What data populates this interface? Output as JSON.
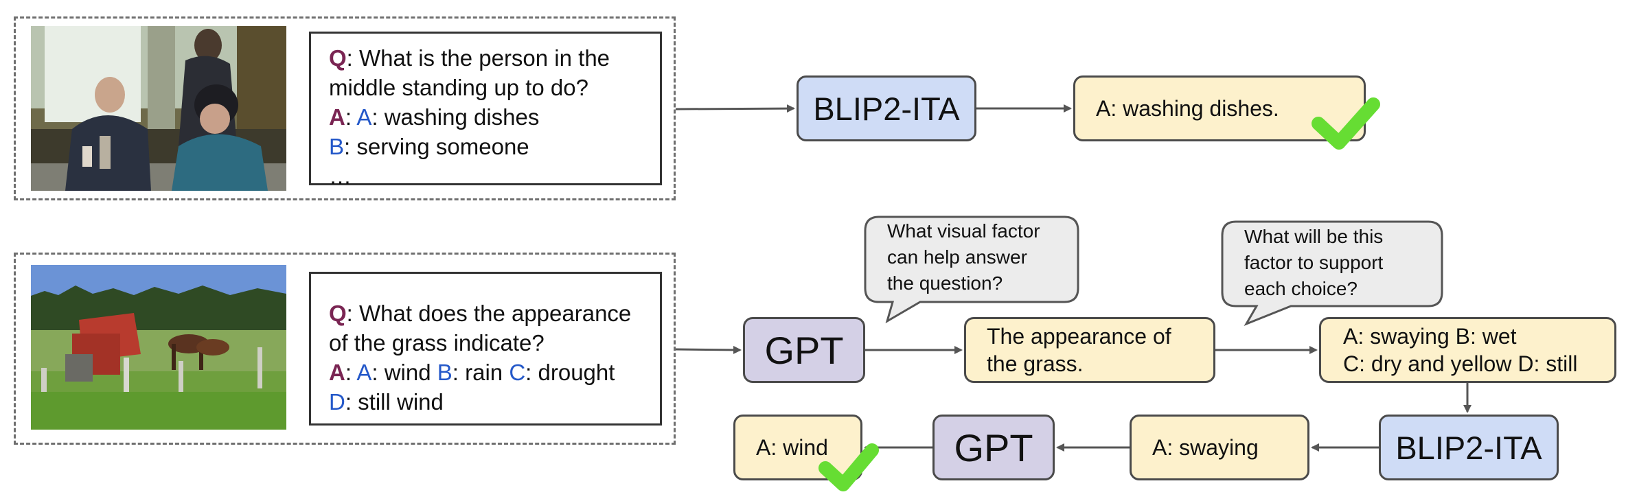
{
  "example1": {
    "question": {
      "q_label": "Q",
      "q_text": ": What is the person in the",
      "q_text2": "middle standing up to do?",
      "a_label": "A",
      "a_sep": ": ",
      "opt_a_letter": "A",
      "opt_a_text": ": washing dishes",
      "opt_b_letter": "B",
      "opt_b_text": ": serving someone",
      "ellipsis": "…"
    },
    "model": "BLIP2-ITA",
    "answer": "A: washing dishes."
  },
  "example2": {
    "question": {
      "q_label": "Q",
      "q_text": ": What does the appearance",
      "q_text2": "of the grass indicate?",
      "a_label": "A",
      "a_sep": ": ",
      "opt_a_letter": "A",
      "opt_a_text": ": wind ",
      "opt_b_letter": "B",
      "opt_b_text": ": rain ",
      "opt_c_letter": "C",
      "opt_c_text": ": drought",
      "opt_d_letter": "D",
      "opt_d_text": ": still wind"
    },
    "gpt_label": "GPT",
    "bubble1": [
      "What visual factor",
      "can help answer",
      "the question?"
    ],
    "factor": [
      "The appearance of",
      "the grass."
    ],
    "bubble2": [
      "What will be this",
      "factor to support",
      "each choice?"
    ],
    "choices": [
      "A: swaying B: wet",
      "C: dry and yellow D: still"
    ],
    "model": "BLIP2-ITA",
    "blip_answer": "A: swaying",
    "gpt2_label": "GPT",
    "final_answer": "A: wind"
  },
  "colors": {
    "label": "#7a2553",
    "option": "#2458c9",
    "blue_node": "#cfdcf6",
    "purple_node": "#d4d0e6",
    "yellow_node": "#fdf1cc",
    "bubble": "#ececec",
    "check": "#66dd33"
  },
  "icons": [
    "photo-kitchen-scene",
    "photo-farm-horses",
    "checkmark-icon"
  ]
}
